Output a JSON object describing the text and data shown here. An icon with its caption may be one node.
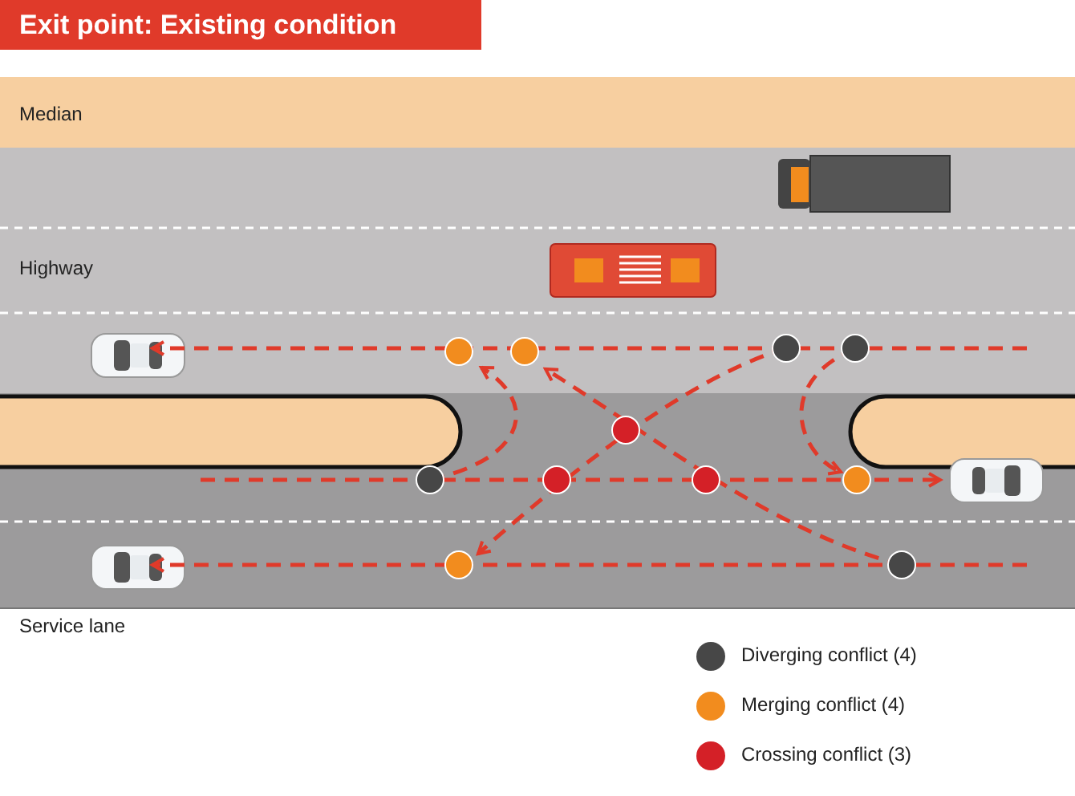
{
  "diagram": {
    "title": "Exit point: Existing condition",
    "labels": [
      "Median",
      "Highway",
      "Service lane"
    ],
    "legend": [
      {
        "text": "Diverging conflict (4)",
        "color": "#474747"
      },
      {
        "text": "Merging conflict (4)",
        "color": "#f28c1e"
      },
      {
        "text": "Crossing conflict (3)",
        "color": "#d42027"
      }
    ]
  }
}
